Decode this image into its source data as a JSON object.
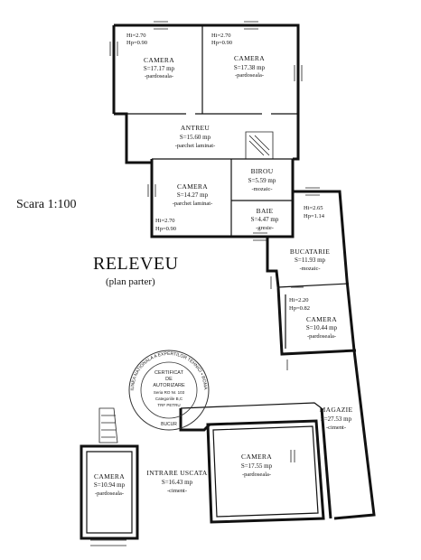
{
  "scale_label": "Scara 1:100",
  "title": "RELEVEU",
  "subtitle": "(plan parter)",
  "rooms": [
    {
      "name": "CAMERA",
      "area": "S=17.17 mp",
      "finish": "-pardoseala-",
      "hi": "Hi=2.70",
      "hp": "Hp=0.90"
    },
    {
      "name": "CAMERA",
      "area": "S=17.38 mp",
      "finish": "-pardoseala-",
      "hi": "Hi=2.70",
      "hp": "Hp=0.90"
    },
    {
      "name": "ANTREU",
      "area": "S=15.60 mp",
      "finish": "-parchet laminat-"
    },
    {
      "name": "CAMERA",
      "area": "S=14.27 mp",
      "finish": "-parchet laminat-",
      "hi": "Hi=2.70",
      "hp": "Hp=0.90"
    },
    {
      "name": "BIROU",
      "area": "S=5.59 mp",
      "finish": "-mozaic-"
    },
    {
      "name": "BAIE",
      "area": "S=4.47 mp",
      "finish": "-gresie-"
    },
    {
      "name": "BUCATARIE",
      "area": "S=11.93 mp",
      "finish": "-mozaic-",
      "hi": "Hi=2.65",
      "hp": "Hp=1.14"
    },
    {
      "name": "CAMERA",
      "area": "S=10.44 mp",
      "finish": "-pardoseala-",
      "hi": "Hi=2.20",
      "hp": "Hp=0.82"
    },
    {
      "name": "MAGAZIE",
      "area": "S=27.53 mp",
      "finish": "-ciment-"
    },
    {
      "name": "CAMERA",
      "area": "S=17.55 mp",
      "finish": "-pardoseala-"
    },
    {
      "name": "INTRARE USCATA",
      "area": "S=16.43 mp",
      "finish": "-ciment-"
    },
    {
      "name": "CAMERA",
      "area": "S=10.94 mp",
      "finish": "-pardoseala-"
    }
  ],
  "stamp": {
    "ring_text": "UNIUNEA NATIONALA A EXPERTILOR TEHNICI • ROMANIA",
    "line1": "CERTIFICAT",
    "line2": "DE",
    "line3": "AUTORIZARE",
    "line4": "Seria RO Nr. 103",
    "line5": "Categoriile B,C",
    "line6": "TRF PETRU",
    "bottom": "BUCUR"
  }
}
